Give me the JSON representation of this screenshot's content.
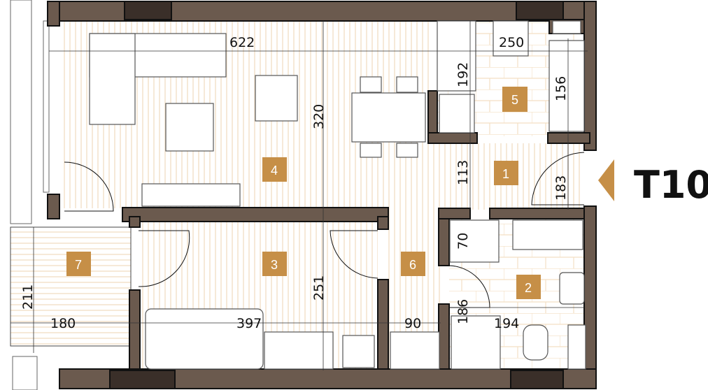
{
  "unit_label": "T10",
  "colors": {
    "wall": "#6b5a4e",
    "window": "#3a2f29",
    "room_badge": "#c68f47",
    "floor": "#f7ead9",
    "tile": "#f3dfc4"
  },
  "rooms": [
    {
      "number": "1"
    },
    {
      "number": "2"
    },
    {
      "number": "3"
    },
    {
      "number": "4"
    },
    {
      "number": "5"
    },
    {
      "number": "6"
    },
    {
      "number": "7"
    }
  ],
  "dimensions": {
    "living_width": "622",
    "living_depth": "320",
    "kitchen_width": "250",
    "kitchen_left": "192",
    "kitchen_right": "156",
    "hall_depth": "113",
    "entrance": "183",
    "bath_small": "70",
    "bedroom_depth": "251",
    "bedroom_width": "397",
    "hall_width": "90",
    "bath_depth": "186",
    "bath_width": "194",
    "balcony_depth": "211",
    "balcony_width": "180"
  }
}
